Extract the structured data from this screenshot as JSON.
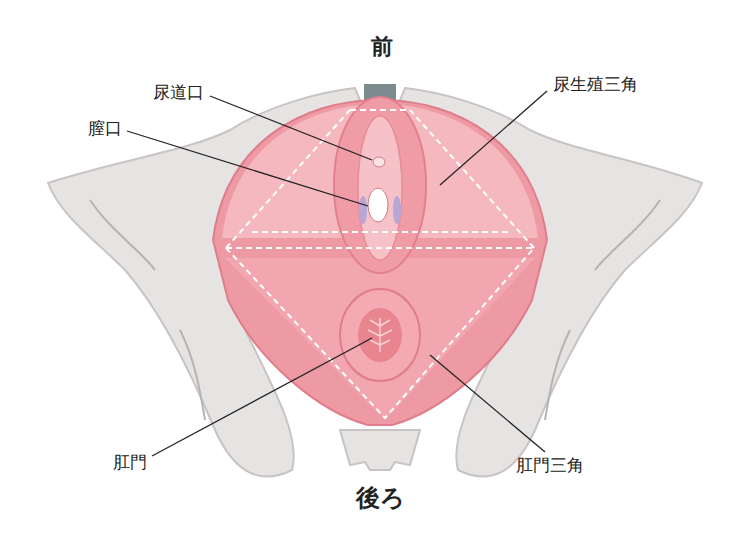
{
  "diagram": {
    "labels": [
      "前",
      "尿道口",
      "尿生殖三角",
      "膣口",
      "肛門",
      "肛門三角",
      "後ろ"
    ]
  }
}
